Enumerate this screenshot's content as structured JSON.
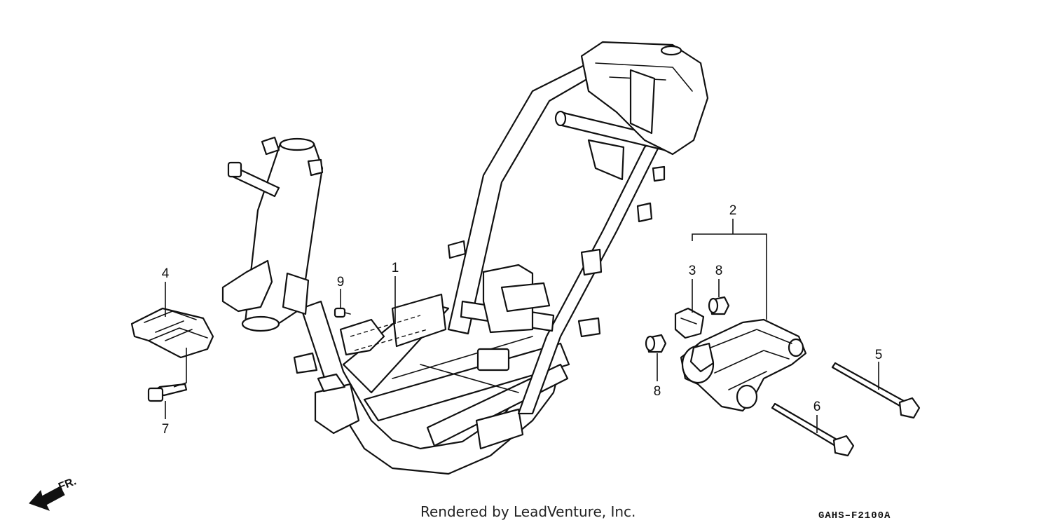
{
  "callouts": {
    "c1": "1",
    "c2": "2",
    "c3": "3",
    "c4": "4",
    "c5": "5",
    "c6": "6",
    "c7": "7",
    "c8a": "8",
    "c8b": "8",
    "c9": "9"
  },
  "footer": {
    "credit": "Rendered by LeadVenture, Inc.",
    "diagram_code": "GAHS–F2100A"
  },
  "direction": {
    "label": "FR."
  },
  "colors": {
    "ink": "#111111",
    "background": "#ffffff"
  }
}
